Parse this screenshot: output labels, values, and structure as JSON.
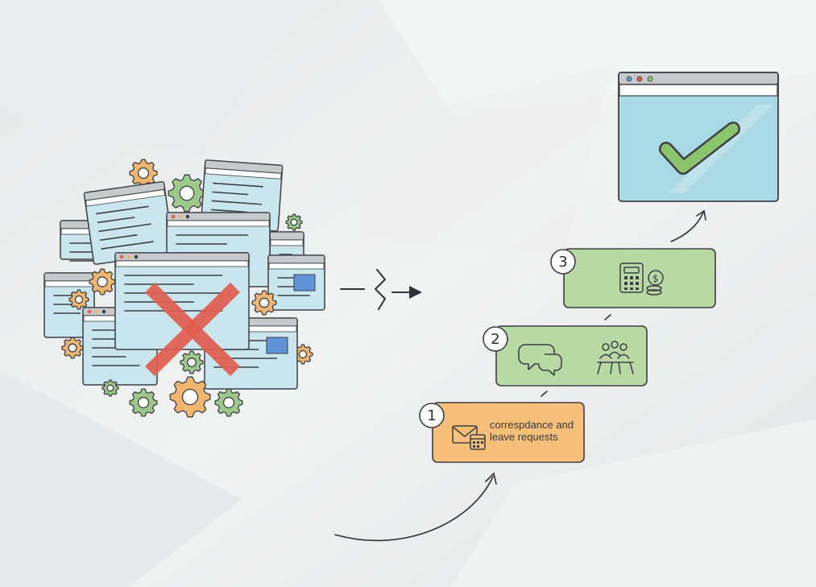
{
  "steps": [
    {
      "number": "1",
      "label_lines": [
        "correspdance and",
        "leave requests"
      ],
      "icons": [
        "envelope-calendar-icon"
      ],
      "fill": "#f7c07a"
    },
    {
      "number": "2",
      "label_lines": [],
      "icons": [
        "chat-bubbles-icon",
        "meeting-people-icon"
      ],
      "fill": "#b8d9a3"
    },
    {
      "number": "3",
      "label_lines": [],
      "icons": [
        "calculator-icon",
        "coins-icon"
      ],
      "fill": "#b8d9a3"
    }
  ],
  "colors": {
    "background": "#eceded",
    "window_fill": "#c9e6ee",
    "window_stroke": "#3c3f44",
    "gear_green": "#9cc98a",
    "gear_orange": "#f0b66f",
    "cross_red": "#e35d4f",
    "check_green": "#8cc46d",
    "accent_blue": "#5f93d6"
  },
  "icons": {
    "left_cluster": "cluttered-windows-gears",
    "reject": "red-x-icon",
    "success": "checkmark-window-icon",
    "transition": "zigzag-arrow-icon"
  }
}
